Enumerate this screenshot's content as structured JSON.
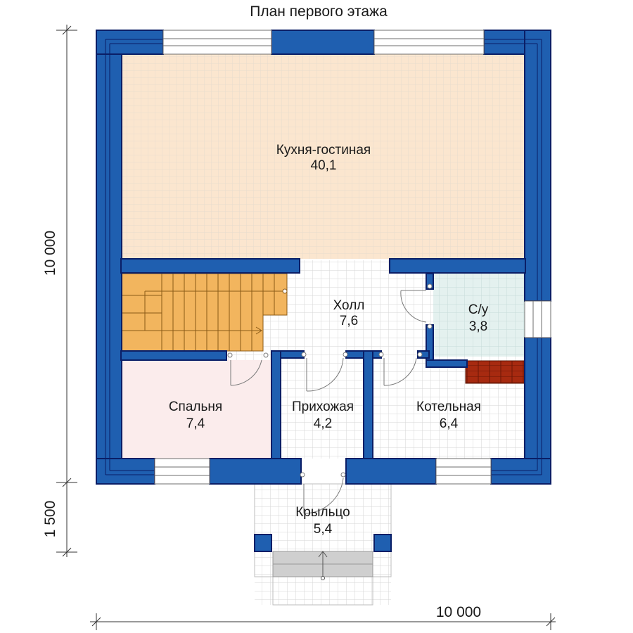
{
  "title": "План первого этажа",
  "dimensions": {
    "vertical_main": "10 000",
    "vertical_porch": "1 500",
    "horizontal": "10 000"
  },
  "rooms": [
    {
      "id": "kitchen-living",
      "name": "Кухня-гостиная",
      "area": "40,1"
    },
    {
      "id": "hall",
      "name": "Холл",
      "area": "7,6"
    },
    {
      "id": "bathroom",
      "name": "С/у",
      "area": "3,8"
    },
    {
      "id": "bedroom",
      "name": "Спальня",
      "area": "7,4"
    },
    {
      "id": "entrance-hall",
      "name": "Прихожая",
      "area": "4,2"
    },
    {
      "id": "boiler-room",
      "name": "Котельная",
      "area": "6,4"
    },
    {
      "id": "porch",
      "name": "Крыльцо",
      "area": "5,4"
    }
  ],
  "colors": {
    "wall": "#1f5fb0",
    "wall_edge": "#0a1e66",
    "kitchen_floor": "#fbe6cf",
    "bedroom_floor": "#fbecec",
    "bathroom_floor": "#e4f1ef",
    "tile_floor": "#ffffff",
    "grid_line": "#d6d6d6",
    "stairs": "#f2b55e",
    "stove": "#a72a10"
  }
}
